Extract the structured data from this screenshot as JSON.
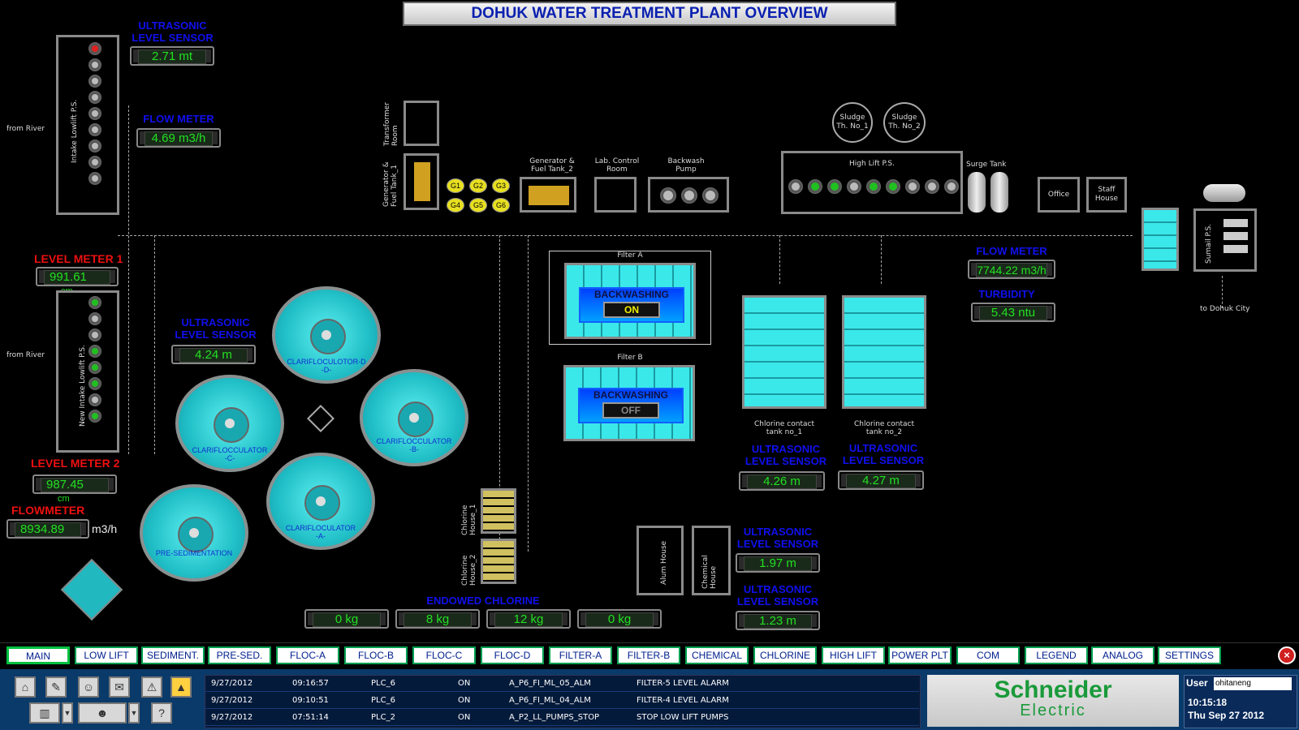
{
  "title": "DOHUK WATER TREATMENT PLANT OVERVIEW",
  "sensors": {
    "intake_us_label": "ULTRASONIC\nLEVEL SENSOR",
    "intake_us_value": "2.71  mt",
    "intake_flow_label": "FLOW METER",
    "intake_flow_value": "4.69  m3/h",
    "level1_label": "LEVEL METER 1",
    "level1_value": "991.61",
    "level1_unit": "cm",
    "level2_label": "LEVEL METER 2",
    "level2_value": "987.45",
    "level2_unit": "cm",
    "flowmeter_label": "FLOWMETER",
    "flowmeter_value": "8934.89",
    "flowmeter_unit": "m3/h",
    "clar_us_label": "ULTRASONIC\nLEVEL SENSOR",
    "clar_us_value": "4.24  m",
    "out_flow_label": "FLOW METER",
    "out_flow_value": "7744.22  m3/h",
    "turbidity_label": "TURBIDITY",
    "turbidity_value": "5.43  ntu",
    "cct1_us_label": "ULTRASONIC\nLEVEL SENSOR",
    "cct1_us_value": "4.26  m",
    "cct2_us_label": "ULTRASONIC\nLEVEL SENSOR",
    "cct2_us_value": "4.27  m",
    "alum_us1_label": "ULTRASONIC\nLEVEL SENSOR",
    "alum_us1_value": "1.97  m",
    "alum_us2_label": "ULTRASONIC\nLEVEL SENSOR",
    "alum_us2_value": "1.23  m",
    "chlorine_label": "ENDOWED CHLORINE",
    "chlorine_values": [
      "0  kg",
      "8  kg",
      "12  kg",
      "0  kg"
    ]
  },
  "labels": {
    "from_river_1": "from River",
    "from_river_2": "from River",
    "intake_ps": "Intake Lowlift P.S.",
    "new_intake_ps": "New Intake Lowlift P.S.",
    "transformer": "Transformer\nRoom",
    "gen_fuel_1": "Generator &\nFuel Tank_1",
    "gen_fuel_2": "Generator &\nFuel Tank_2",
    "lab_room": "Lab. Control\nRoom",
    "backwash_pump": "Backwash\nPump",
    "sludge1": "Sludge\nTh. No_1",
    "sludge2": "Sludge\nTh. No_2",
    "high_lift": "High Lift P.S.",
    "surge_tank": "Surge Tank",
    "office": "Office",
    "staff_house": "Staff\nHouse",
    "sumail_ps": "Sumail P.S.",
    "to_dohuk": "to Dohuk City",
    "filter_a": "Filter A",
    "filter_b": "Filter B",
    "backwashing": "BACKWASHING",
    "filter_a_state": "ON",
    "filter_b_state": "OFF",
    "cct1": "Chlorine contact\ntank no_1",
    "cct2": "Chlorine contact\ntank no_2",
    "chlorine_house_1": "Chlorine\nHouse_1",
    "chlorine_house_2": "Chlorine\nHouse_2",
    "alum_house": "Alum House",
    "chemical_house": "Chemical\nHouse",
    "clar_a": "CLARIFLOCULATOR\n-A-",
    "clar_b": "CLARIFLOCCULATOR\n-B-",
    "clar_c": "CLARIFLOCCULATOR\n-C-",
    "clar_d": "CLARIFLOCULOTOR-D\n-D-",
    "pre_sed": "PRE-SEDIMENTATION",
    "generators": [
      "G1",
      "G2",
      "G3",
      "G4",
      "G5",
      "G6"
    ]
  },
  "menu": [
    "MAIN",
    "LOW LIFT",
    "SEDIMENT.",
    "PRE-SED.",
    "FLOC-A",
    "FLOC-B",
    "FLOC-C",
    "FLOC-D",
    "FILTER-A",
    "FILTER-B",
    "CHEMICAL",
    "CHLORINE",
    "HIGH LIFT",
    "POWER PLT",
    "COM",
    "LEGEND",
    "ANALOG",
    "SETTINGS"
  ],
  "alarms": [
    {
      "date": "9/27/2012",
      "time": "09:16:57",
      "plc": "PLC_6",
      "state": "ON",
      "tag": "A_P6_FI_ML_05_ALM",
      "desc": "FILTER-5 LEVEL ALARM"
    },
    {
      "date": "9/27/2012",
      "time": "09:10:51",
      "plc": "PLC_6",
      "state": "ON",
      "tag": "A_P6_FI_ML_04_ALM",
      "desc": "FILTER-4 LEVEL ALARM"
    },
    {
      "date": "9/27/2012",
      "time": "07:51:14",
      "plc": "PLC_2",
      "state": "ON",
      "tag": "A_P2_LL_PUMPS_STOP",
      "desc": "STOP LOW LIFT PUMPS"
    }
  ],
  "brand": {
    "line1": "Schneider",
    "line2": "Electric"
  },
  "user": {
    "label": "User",
    "name": "ohitaneng"
  },
  "clock": {
    "time": "10:15:18",
    "date": "Thu Sep 27 2012"
  }
}
